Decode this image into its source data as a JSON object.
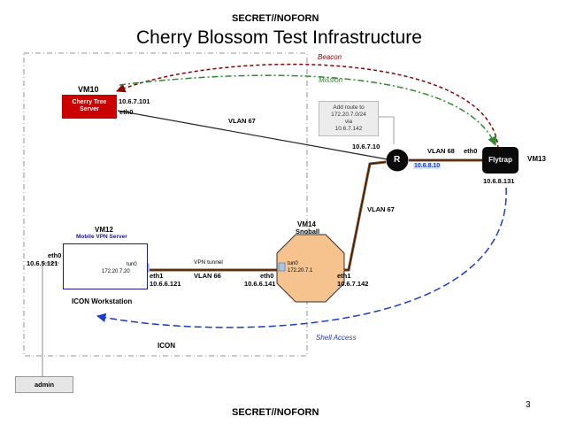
{
  "header": {
    "classification": "SECRET//NOFORN",
    "title": "Cherry Blossom Test Infrastructure"
  },
  "footer": {
    "classification": "SECRET//NOFORN",
    "page_number": "3"
  },
  "flows": {
    "beacon": "Beacon",
    "mission": "Mission",
    "shell_access": "Shell Access"
  },
  "vm10": {
    "id": "VM10",
    "name_line1": "Cherry Tree",
    "name_line2": "Server",
    "ip": "10.6.7.101",
    "iface": "eth0"
  },
  "router": {
    "label": "R",
    "ip_left": "10.6.7.10",
    "ip_right": "10.6.8.10"
  },
  "route_note": {
    "line1": "Add route to",
    "line2": "172.20.7.0/24",
    "line3": "via",
    "line4": "10.6.7.142"
  },
  "flytrap": {
    "name": "Flytrap",
    "id": "VM13",
    "iface": "eth0",
    "ip": "10.6.8.131"
  },
  "links": {
    "vlan67_top": "VLAN 67",
    "vlan68": "VLAN 68",
    "vlan67_right": "VLAN 67",
    "vpn_tunnel": "VPN tunnel",
    "vlan66": "VLAN 66"
  },
  "vm14": {
    "id": "VM14",
    "name": "Snoball",
    "tun": "tun0",
    "tun_ip": "172.20.7.1",
    "eth0": "eth0",
    "eth0_ip": "10.6.6.141",
    "eth1": "eth1",
    "eth1_ip": "10.6.7.142"
  },
  "vm12": {
    "id": "VM12",
    "name": "Mobile VPN Server",
    "tun": "tun0",
    "tun_ip": "172.20.7.20",
    "eth0": "eth0",
    "eth0_ip": "10.6.5.121",
    "eth1": "eth1",
    "eth1_ip": "10.6.6.121"
  },
  "icon": {
    "workstation": "ICON Workstation",
    "region": "ICON"
  },
  "admin": {
    "label": "admin"
  },
  "colors": {
    "vm10": "#cc0000",
    "beacon": "#8b0000",
    "mission": "#2e8b2e",
    "shell": "#1a3ccc",
    "snoball": "#f6c28e",
    "vlan68": "#8b4a1c"
  }
}
